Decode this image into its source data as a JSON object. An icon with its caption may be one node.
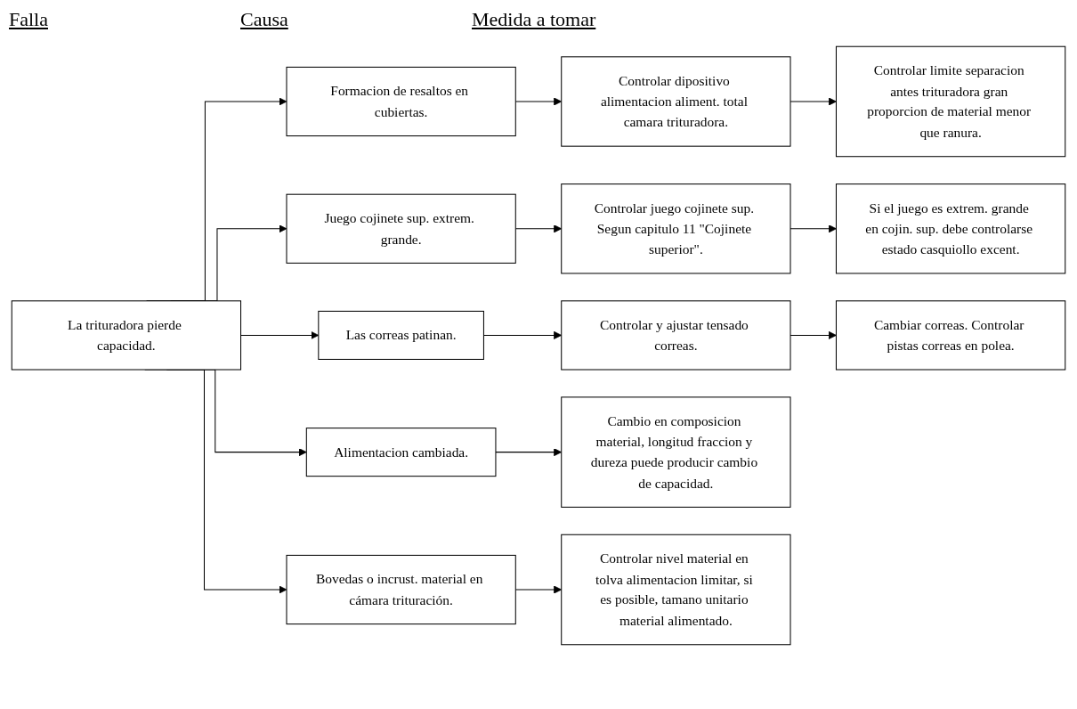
{
  "diagram": {
    "nodes": [
      {
        "text": [
          "La trituradora pierde capacidad."
        ]
      },
      {
        "text": [
          "Formacion de resaltos en cubiertas."
        ]
      },
      {
        "text": [
          "Controlar dipositivo alimentacion aliment. total camara trituradora."
        ]
      },
      {
        "text": [
          "Controlar limite separacion antes trituradora gran proporcion de material menor que ranura."
        ]
      },
      {
        "text": [
          "Juego cojinete sup. extrem. grande."
        ]
      },
      {
        "text": [
          "Controlar juego cojinete sup. Segun capitulo 11 \"Cojinete superior\"."
        ]
      },
      {
        "text": [
          "Si el juego es extrem. grande en cojin. sup. debe controlarse estado casquiollo excent."
        ]
      },
      {
        "text": [
          "Las correas patinan."
        ]
      },
      {
        "text": [
          "Controlar y ajustar tensado correas."
        ]
      },
      {
        "text": [
          "Cambiar correas. Controlar pistas correas en polea."
        ]
      },
      {
        "text": [
          "Alimentacion cambiada."
        ]
      },
      {
        "text": [
          "Cambio en composicion material, longitud fraccion y dureza puede producir cambio de capacidad."
        ]
      },
      {
        "text": [
          "Bovedas o incrust. material en cámara trituración."
        ]
      },
      {
        "text": [
          "Controlar nivel material en tolva alimentacion limitar, si es posible, tamano unitario material alimentado."
        ]
      }
    ],
    "edges": [
      {
        "from": 0,
        "to": 1,
        "arrow": "to"
      },
      {
        "from": 1,
        "to": 2,
        "arrow": "to"
      },
      {
        "from": 2,
        "to": 3,
        "arrow": "to"
      },
      {
        "from": 0,
        "to": 4,
        "arrow": "to"
      },
      {
        "from": 4,
        "to": 5,
        "arrow": "to"
      },
      {
        "from": 5,
        "to": 6,
        "arrow": "to"
      },
      {
        "from": 0,
        "to": 7,
        "arrow": "to"
      },
      {
        "from": 7,
        "to": 8,
        "arrow": "to"
      },
      {
        "from": 8,
        "to": 9,
        "arrow": "to"
      },
      {
        "from": 0,
        "to": 10,
        "arrow": "to"
      },
      {
        "from": 10,
        "to": 11,
        "arrow": "to"
      },
      {
        "from": 0,
        "to": 12,
        "arrow": "to"
      },
      {
        "from": 12,
        "to": 13,
        "arrow": "to"
      }
    ],
    "labels": [
      "Falla",
      "Causa",
      "Medida a tomar"
    ]
  }
}
